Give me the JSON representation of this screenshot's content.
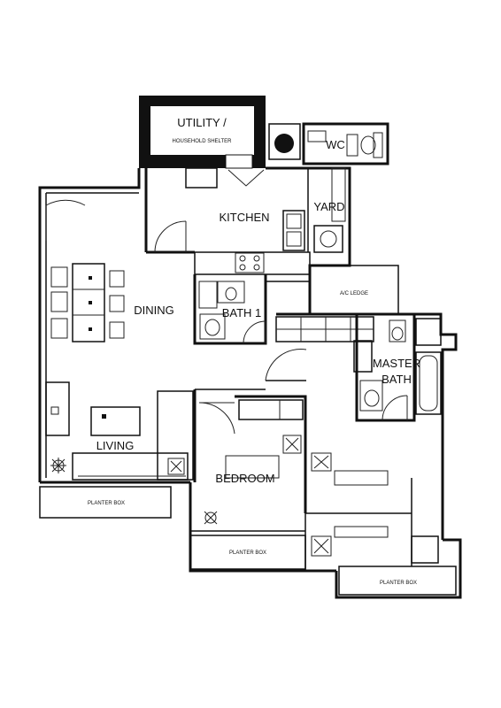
{
  "rooms": {
    "utility": "UTILITY /",
    "household_shelter": "HOUSEHOLD SHELTER",
    "wc": "WC",
    "kitchen": "KITCHEN",
    "yard": "YARD",
    "ac_ledge": "A/C LEDGE",
    "dining": "DINING",
    "bath1": "BATH 1",
    "master_bath_line1": "MASTER",
    "master_bath_line2": "BATH",
    "living": "LIVING",
    "bedroom": "BEDROOM",
    "planter_left": "PLANTER BOX",
    "planter_center": "PLANTER BOX",
    "planter_right": "PLANTER BOX"
  },
  "colors": {
    "line": "#111111",
    "background": "#ffffff",
    "shelter_fill": "#111111"
  }
}
